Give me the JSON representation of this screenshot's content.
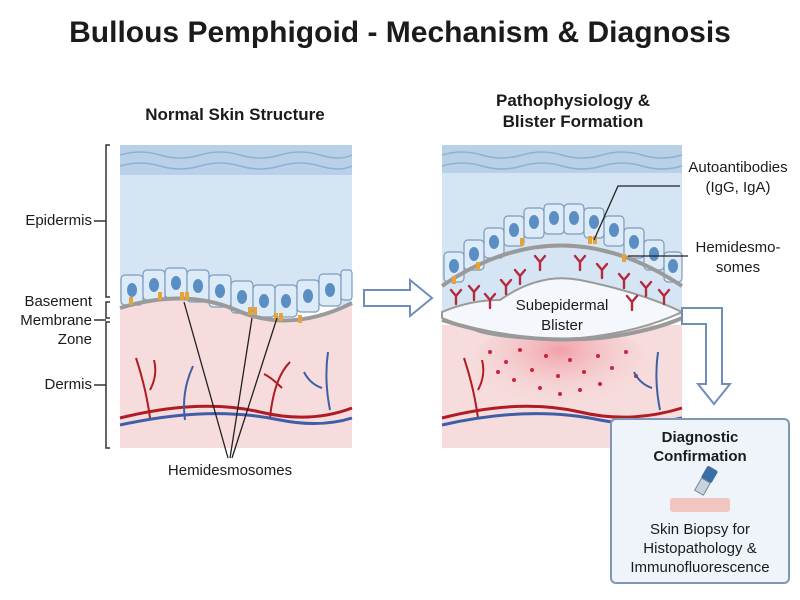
{
  "title": "Bullous Pemphigoid - Mechanism & Diagnosis",
  "panel_left": {
    "title": "Normal Skin Structure",
    "labels": {
      "epidermis": "Epidermis",
      "bmz": "Basement\nMembrane\nZone",
      "dermis": "Dermis",
      "hemidesmosomes": "Hemidesmosomes"
    }
  },
  "panel_right": {
    "title": "Pathophysiology &\nBlister Formation",
    "labels": {
      "autoantibodies": "Autoantibodies\n(IgG, IgA)",
      "hemidesmosomes": "Hemidesmo-\nsomes",
      "blister": "Subepidermal\nBlister"
    }
  },
  "diagnosis": {
    "title": "Diagnostic\nConfirmation",
    "text": "Skin Biopsy for\nHistopathology &\nImmunofluorescence"
  },
  "colors": {
    "epidermis": "#d5e5f3",
    "stratum_corneum": "#b8d0e8",
    "dermis": "#f6dcdc",
    "cell": "#dcebf7",
    "nucleus": "#5b8fc4",
    "membrane": "#9a9a9a",
    "hemidesmosome": "#e8a23a",
    "antibody": "#b42a3c",
    "vessel_red": "#b01c24",
    "vessel_blue": "#3e5fa8",
    "arrow": "#6f8fb8",
    "diag_border": "#7d98b5"
  }
}
